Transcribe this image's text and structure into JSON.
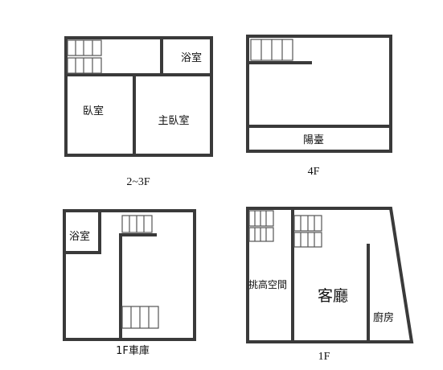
{
  "floors": {
    "f23": {
      "caption": "2~3F",
      "rooms": {
        "bath": "浴室",
        "bedroom": "臥室",
        "master": "主臥室"
      }
    },
    "f4": {
      "caption": "4F",
      "rooms": {
        "balcony": "陽臺"
      }
    },
    "f1g": {
      "caption": "1F車庫",
      "rooms": {
        "bath": "浴室"
      }
    },
    "f1": {
      "caption": "1F",
      "rooms": {
        "void": "挑高空間",
        "living": "客廳",
        "kitchen": "廚房"
      }
    }
  }
}
